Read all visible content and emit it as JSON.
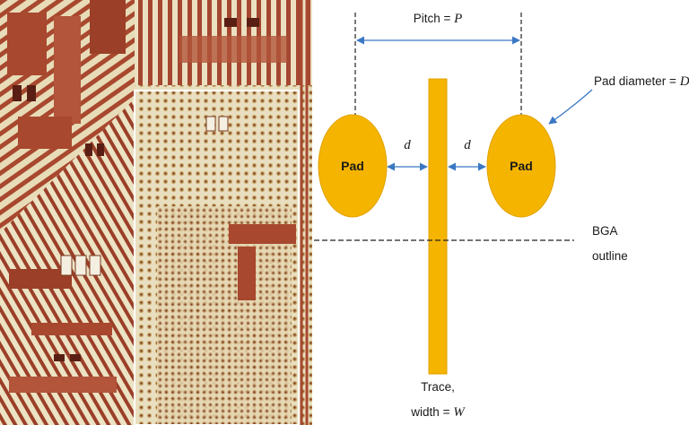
{
  "diagram": {
    "pitch_label": "Pitch = ",
    "pitch_symbol": "P",
    "pad_diameter_label": "Pad diameter = ",
    "pad_diameter_symbol": "D",
    "pad_left_label": "Pad",
    "pad_right_label": "Pad",
    "clearance_left": "d",
    "clearance_right": "d",
    "bga_outline_line1": "BGA",
    "bga_outline_line2": "outline",
    "trace_label_line1": "Trace,",
    "trace_label_line2": "width = ",
    "trace_width_symbol": "W"
  },
  "colors": {
    "pad": "#f5b400",
    "trace": "#f5b400",
    "pad_stroke": "#e0a200",
    "arrow": "#3b78c4",
    "dashed": "#222222",
    "pcb_board": "#e8dcb8",
    "pcb_copper": "#a8482f",
    "pcb_dark": "#5a1f14"
  },
  "photo": {
    "description_icon": "pcb-bga-photo-icon"
  }
}
